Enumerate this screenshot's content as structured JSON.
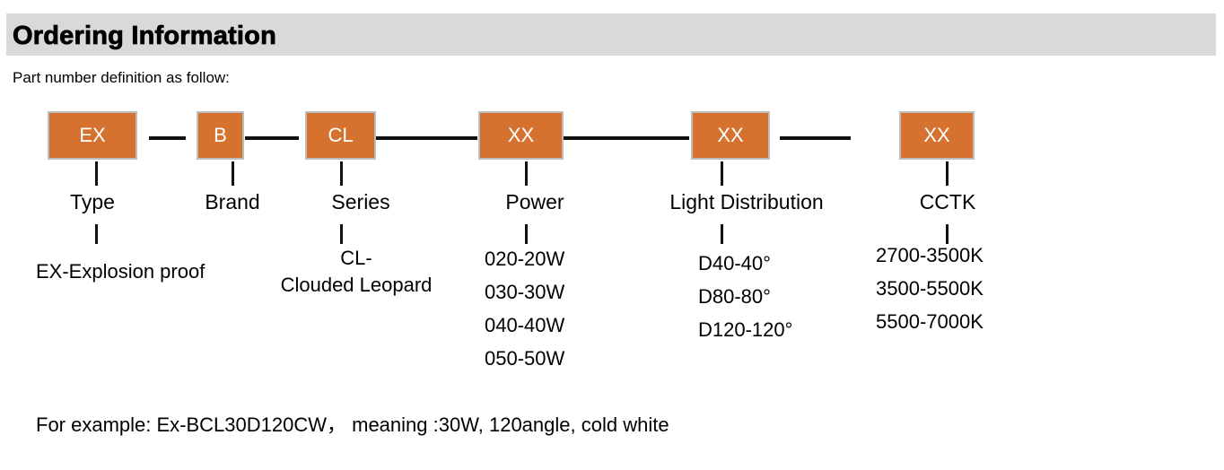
{
  "header": {
    "title": "Ordering Information",
    "subtitle": "Part number definition as follow:"
  },
  "segments": [
    {
      "code": "EX",
      "label": "Type",
      "values": [
        "EX-Explosion proof"
      ]
    },
    {
      "code": "B",
      "label": "Brand",
      "values": []
    },
    {
      "code": "CL",
      "label": "Series",
      "values": [
        "CL-",
        "Clouded Leopard"
      ]
    },
    {
      "code": "XX",
      "label": "Power",
      "values": [
        "020-20W",
        "030-30W",
        "040-40W",
        "050-50W"
      ]
    },
    {
      "code": "XX",
      "label": "Light Distribution",
      "values": [
        "D40-40°",
        "D80-80°",
        "D120-120°"
      ]
    },
    {
      "code": "XX",
      "label": "CCTK",
      "values": [
        "2700-3500K",
        "3500-5500K",
        "5500-7000K"
      ]
    }
  ],
  "example": "For example: Ex-BCL30D120CW，  meaning :30W, 120angle, cold white",
  "colors": {
    "box": "#d57230",
    "header_bg": "#d9d9d9"
  }
}
